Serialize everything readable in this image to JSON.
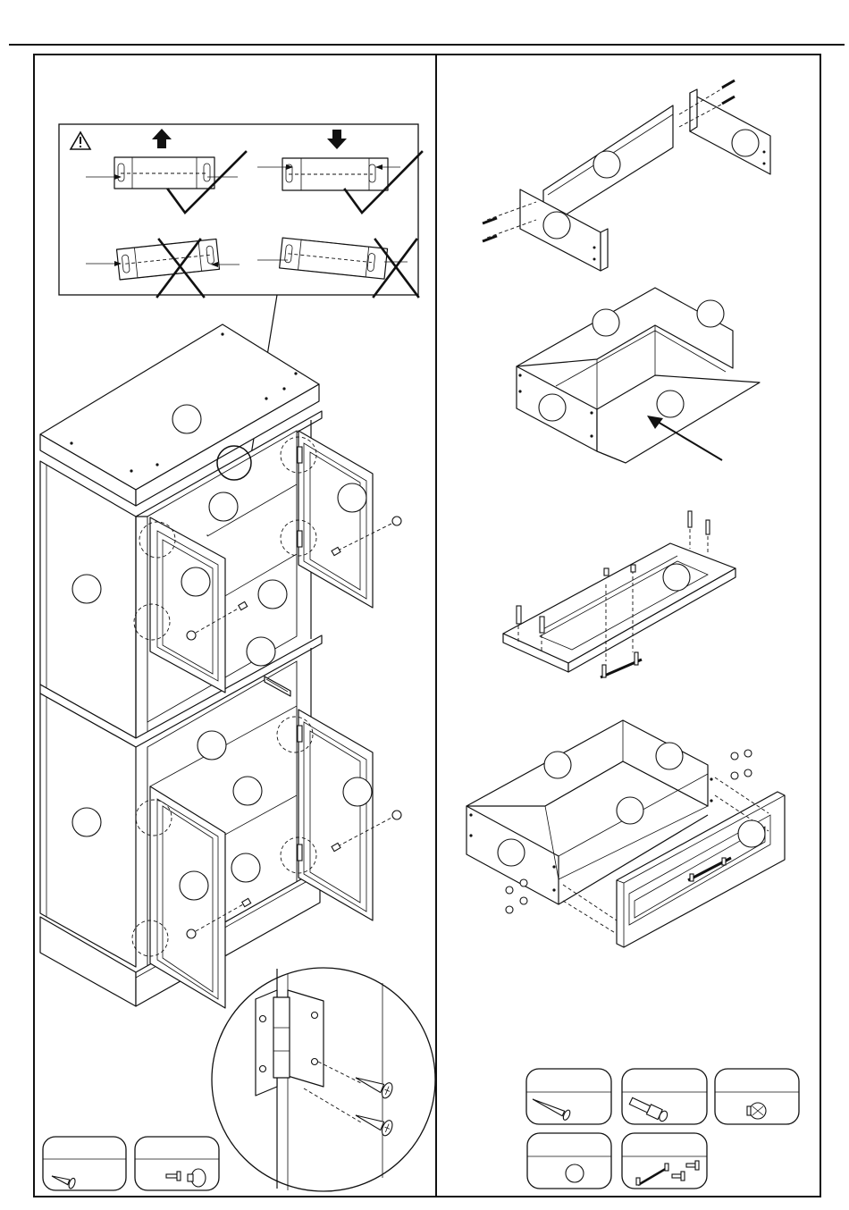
{
  "page": {
    "header_rule": true,
    "panels": [
      "left-assembly",
      "right-drawer-assembly"
    ]
  },
  "icons": {
    "warning": "warning-triangle-icon",
    "check": "check-mark-icon",
    "cross": "cross-mark-icon",
    "arrow_up": "arrow-up-icon",
    "arrow_down": "arrow-down-icon"
  },
  "warning_box": {
    "rows": [
      {
        "result": "correct",
        "cells": [
          "move-up",
          "move-down"
        ]
      },
      {
        "result": "incorrect",
        "cells": [
          "tilted-left",
          "tilted-right"
        ]
      }
    ]
  },
  "left_panel": {
    "callouts": 21,
    "hardware_boxes": [
      "screw",
      "knob-with-screw"
    ]
  },
  "right_panel": {
    "steps": 4,
    "hardware_boxes": [
      "screw",
      "cam-dowel",
      "cam-lock",
      "cap",
      "handle-with-screws"
    ]
  }
}
